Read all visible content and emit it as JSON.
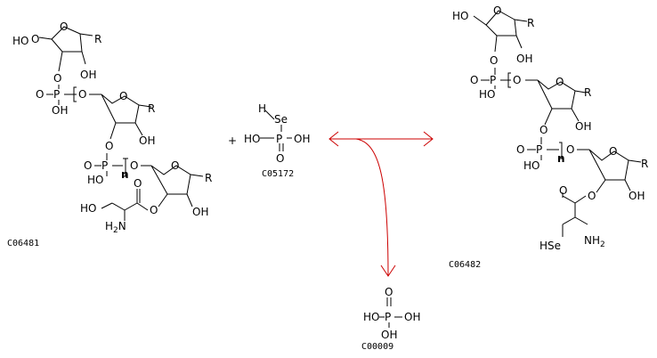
{
  "compounds": {
    "c06481": {
      "id": "C06481"
    },
    "c05172": {
      "id": "C05172"
    },
    "c06482": {
      "id": "C06482"
    },
    "c00009": {
      "id": "C00009"
    }
  },
  "operators": {
    "plus": "+"
  },
  "atoms": {
    "HO": "HO",
    "OH": "OH",
    "O": "O",
    "P": "P",
    "R": "R",
    "n": "n",
    "H": "H",
    "Se": "Se",
    "HSe": "HSe",
    "N": "N",
    "NH2_main": "NH",
    "NH2_sub": "2",
    "H2N": "H2N"
  },
  "colors": {
    "arrow": "#cc0000",
    "ink": "#000000",
    "background": "#ffffff"
  }
}
